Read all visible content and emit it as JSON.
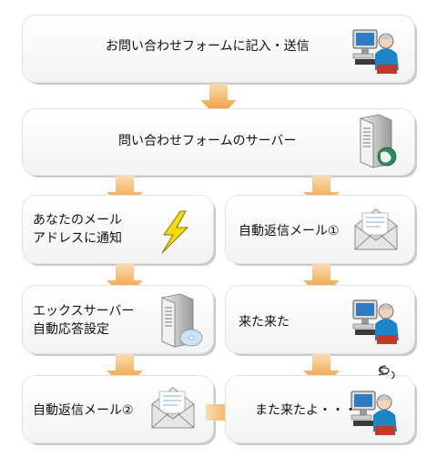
{
  "colors": {
    "arrow_top": "#f7d19a",
    "arrow_bottom": "#f28c1e",
    "box_border": "#e2e2e2"
  },
  "steps": {
    "contact_form": {
      "text": "お問い合わせフォームに記入・送信",
      "icon": "person-at-computer-icon"
    },
    "form_server": {
      "text": "問い合わせフォームのサーバー",
      "icon": "server-globe-icon"
    },
    "notify": {
      "text": "あなたのメール\nアドレスに通知",
      "icon": "lightning-icon"
    },
    "autoreply1": {
      "text": "自動返信メール①",
      "icon": "envelope-icon"
    },
    "xserver": {
      "text": "エックスサーバー\n自動応答設定",
      "icon": "server-cd-icon"
    },
    "came": {
      "text": "来た来た",
      "icon": "person-at-computer-icon"
    },
    "autoreply2": {
      "text": "自動返信メール②",
      "icon": "envelope-icon"
    },
    "came_again": {
      "text": "また来たよ・・・",
      "icon": "frustrated-person-icon"
    }
  }
}
